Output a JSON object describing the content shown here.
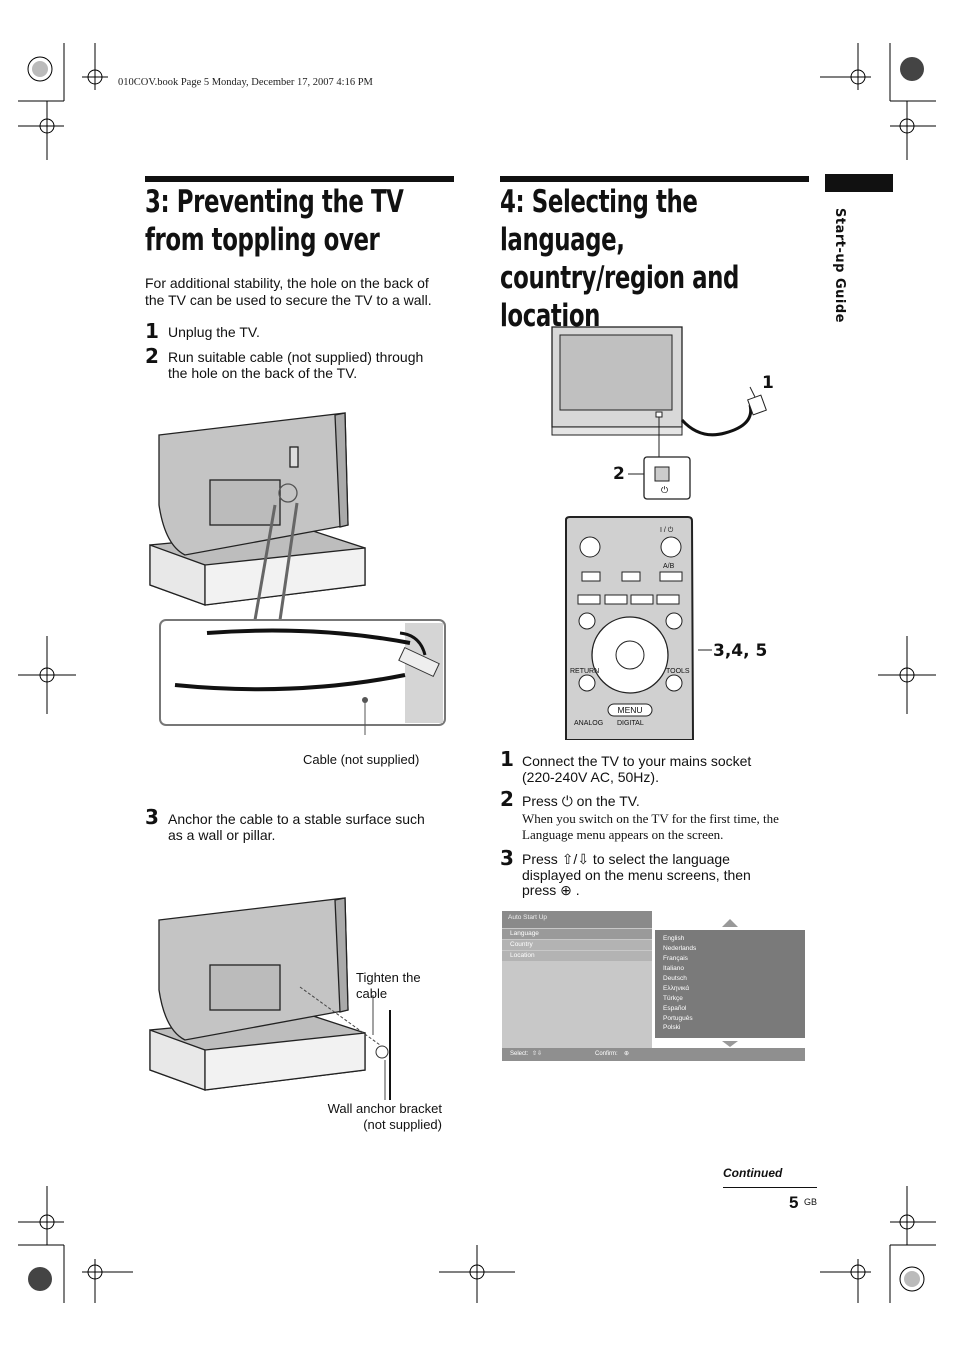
{
  "header": {
    "file_info": "010COV.book  Page 5  Monday, December 17, 2007  4:16 PM"
  },
  "section3": {
    "title_line1": "3: Preventing the TV",
    "title_line2": "from toppling over",
    "intro_line1": "For additional stability, the hole on the back of",
    "intro_line2": "the TV can be used to secure the TV to a wall.",
    "steps": [
      {
        "num": "1",
        "line1": "Unplug the TV.",
        "line2": ""
      },
      {
        "num": "2",
        "line1": "Run suitable cable (not supplied) through",
        "line2": "the hole on the back of the TV."
      },
      {
        "num": "3",
        "line1": "Anchor the cable to a stable surface such",
        "line2": "as a wall or pillar."
      }
    ],
    "captions": {
      "cable": "Cable (not supplied)",
      "tighten_line1": "Tighten the",
      "tighten_line2": "cable",
      "bracket_line1": "Wall anchor bracket",
      "bracket_line2": "(not supplied)"
    }
  },
  "section4": {
    "title_line1": "4: Selecting the language,",
    "title_line2": "country/region and",
    "title_line3": "location",
    "figure_labels": {
      "one": "1",
      "two": "2",
      "three_four_five": "3,4, 5"
    },
    "remote_labels": {
      "return": "RETURN",
      "tools": "TOOLS",
      "menu": "MENU",
      "analog": "ANALOG",
      "digital": "DIGITAL",
      "ab": "A/B",
      "power": "I / ⏻"
    },
    "steps": [
      {
        "num": "1",
        "line1": "Connect the TV to your mains socket",
        "line2": "(220-240V AC, 50Hz).",
        "line3": ""
      },
      {
        "num": "2",
        "pre": "Press ",
        "post": " on the TV.",
        "note_line1": "When you switch on the TV for the first time, the",
        "note_line2": "Language menu appears on the screen."
      },
      {
        "num": "3",
        "line1a": "Press ",
        "line1b": "/",
        "line1c": " to select the language",
        "line2": "displayed on the menu screens, then",
        "line3a": "press ",
        "line3b": " ."
      }
    ]
  },
  "menu_screen": {
    "title": "Auto Start Up",
    "items": [
      "Language",
      "Country",
      "Location"
    ],
    "languages": [
      "English",
      "Nederlands",
      "Français",
      "Italiano",
      "Deutsch",
      "Ελληνικά",
      "Türkçe",
      "Español",
      "Português",
      "Polski"
    ],
    "footer_select": "Select:",
    "footer_confirm": "Confirm:"
  },
  "sidebar": {
    "section_label": "Start-up Guide"
  },
  "footer": {
    "continued": "Continued",
    "page_number": "5",
    "page_suffix": "GB"
  }
}
